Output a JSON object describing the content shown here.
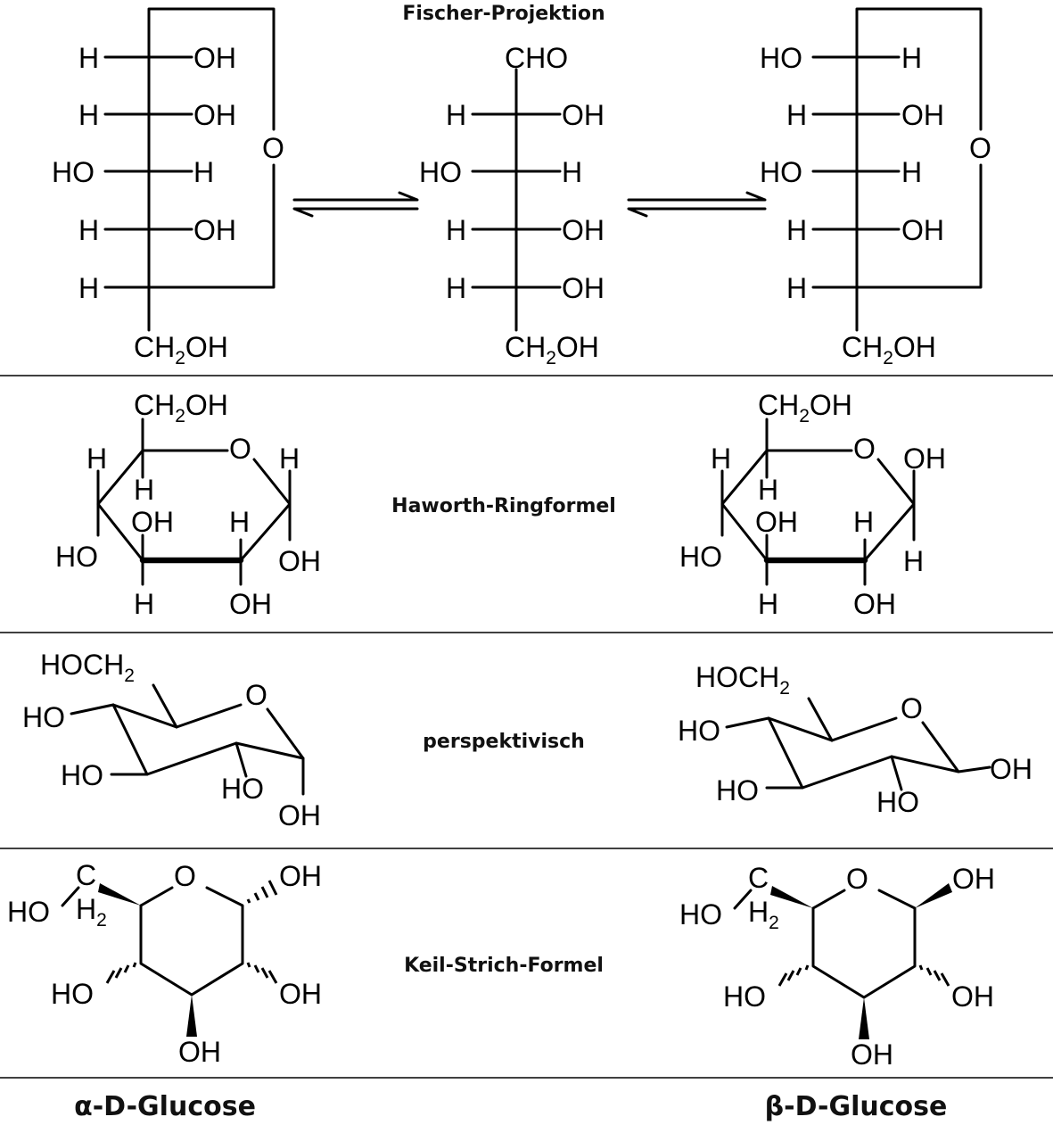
{
  "sections": {
    "fischer": "Fischer-Projektion",
    "haworth": "Haworth-Ringformel",
    "perspective": "perspektivisch",
    "wedge": "Keil-Strich-Formel"
  },
  "footer": {
    "alpha": "α-D-Glucose",
    "beta": "β-D-Glucose"
  },
  "atoms": {
    "H": "H",
    "OH": "OH",
    "HO": "HO",
    "O": "O",
    "CHO": "CHO",
    "C": "C",
    "CH": "CH",
    "HOCH": "HOCH",
    "two": "2"
  }
}
